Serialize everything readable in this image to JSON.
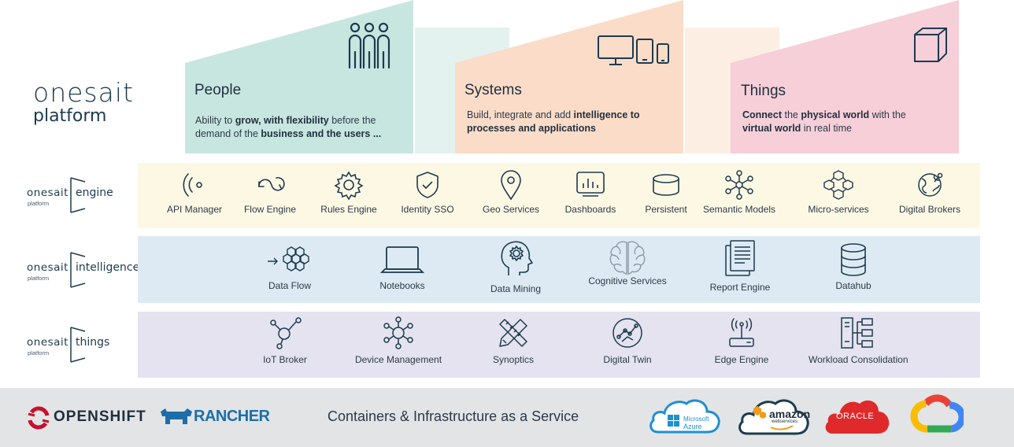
{
  "brand": {
    "line1": "onesait",
    "line2": "platform"
  },
  "panels": [
    {
      "title": "People",
      "icon": "people-icon",
      "desc_parts": [
        {
          "t": "Ability to ",
          "b": false
        },
        {
          "t": "grow, with flexibility",
          "b": true
        },
        {
          "t": "  before the",
          "b": false
        },
        {
          "br": true
        },
        {
          "t": "demand of the ",
          "b": false
        },
        {
          "t": "business and the users ...",
          "b": true
        }
      ],
      "color": "#c8e6e0"
    },
    {
      "title": "Systems",
      "icon": "devices-icon",
      "desc_parts": [
        {
          "t": "Build, integrate and add ",
          "b": false
        },
        {
          "t": "intelligence to",
          "b": true
        },
        {
          "br": true
        },
        {
          "t": "processes and applications",
          "b": true
        }
      ],
      "color": "#fbdcc8"
    },
    {
      "title": "Things",
      "icon": "cube-icon",
      "desc_parts": [
        {
          "t": "Connect",
          "b": true
        },
        {
          "t": " the ",
          "b": false
        },
        {
          "t": "physical world",
          "b": true
        },
        {
          "t": " with the",
          "b": false
        },
        {
          "br": true
        },
        {
          "t": "virtual world",
          "b": true
        },
        {
          "t": " in real time",
          "b": false
        }
      ],
      "color": "#f6cfd9"
    }
  ],
  "layers": [
    {
      "os": "onesait",
      "platform": "platform",
      "name": "engine",
      "bg": "#fdf8e4",
      "items": [
        {
          "label": "API Manager",
          "icon": "api-icon"
        },
        {
          "label": "Flow Engine",
          "icon": "flow-icon"
        },
        {
          "label": "Rules Engine",
          "icon": "gear-icon"
        },
        {
          "label": "Identity SSO",
          "icon": "shield-icon"
        },
        {
          "label": "Geo Services",
          "icon": "map-pin-icon"
        },
        {
          "label": "Dashboards",
          "icon": "dashboard-icon"
        },
        {
          "label": "Persistent",
          "icon": "database-icon"
        },
        {
          "label": "Semantic Models",
          "icon": "network-icon"
        },
        {
          "label": "Micro-services",
          "icon": "cubes-icon"
        },
        {
          "label": "Digital Brokers",
          "icon": "globe-icon"
        }
      ]
    },
    {
      "os": "onesait",
      "platform": "platform",
      "name": "intelligence",
      "bg": "#deeaf3",
      "items": [
        {
          "label": "Data Flow",
          "icon": "hexagons-icon"
        },
        {
          "label": "Notebooks",
          "icon": "laptop-icon"
        },
        {
          "label": "Data Mining",
          "icon": "head-gear-icon"
        },
        {
          "label": "Cognitive Services",
          "icon": "brain-icon"
        },
        {
          "label": "Report Engine",
          "icon": "report-icon"
        },
        {
          "label": "Datahub",
          "icon": "datahub-icon"
        }
      ]
    },
    {
      "os": "onesait",
      "platform": "platform",
      "name": "things",
      "bg": "#e4e3ef",
      "items": [
        {
          "label": "IoT Broker",
          "icon": "iot-icon"
        },
        {
          "label": "Device Management",
          "icon": "device-network-icon"
        },
        {
          "label": "Synoptics",
          "icon": "ruler-pencil-icon"
        },
        {
          "label": "Digital Twin",
          "icon": "digital-twin-icon"
        },
        {
          "label": "Edge Engine",
          "icon": "router-icon"
        },
        {
          "label": "Workload Consolidation",
          "icon": "server-icon"
        }
      ]
    }
  ],
  "footer": {
    "infra": "Containers  &  Infrastructure  as a Service",
    "openshift": "OPENSHIFT",
    "rancher": "RANCHER",
    "azure": [
      "Microsoft",
      "Azure"
    ],
    "amazon": [
      "amazon",
      "webservices"
    ],
    "oracle": "ORACLE"
  },
  "colors": {
    "ink": "#1d3b4f",
    "openshift_red": "#c8102e",
    "rancher_blue": "#1d6ea8",
    "azure_blue": "#1f8fd0",
    "oracle_red": "#e0292b",
    "aws_orange": "#f49b17"
  }
}
